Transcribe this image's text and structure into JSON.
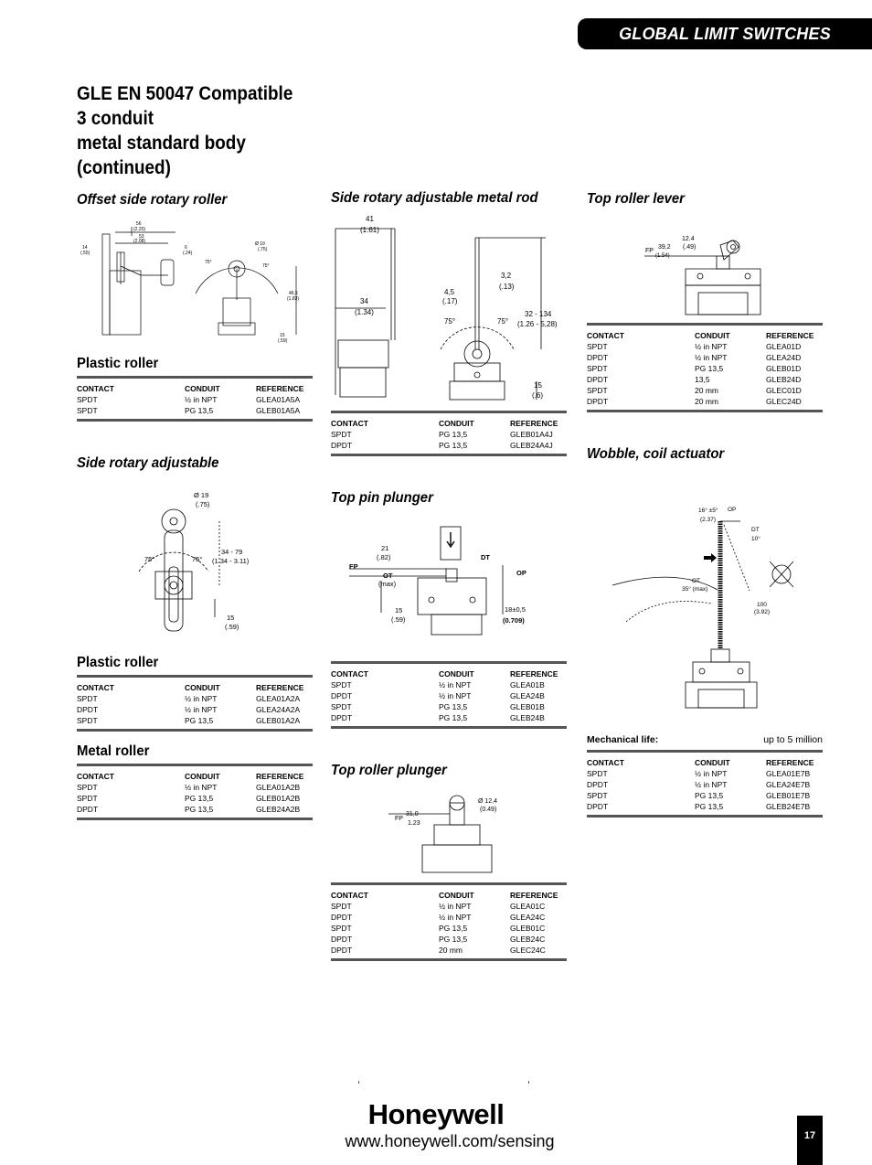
{
  "header": {
    "banner": "GLOBAL LIMIT SWITCHES"
  },
  "title_lines": [
    "GLE EN 50047 Compatible",
    "3 conduit",
    "metal standard body",
    "(continued)"
  ],
  "columns": {
    "contact": "CONTACT",
    "conduit": "CONDUIT",
    "reference": "REFERENCE"
  },
  "sections": {
    "offset_side": {
      "title": "Offset side rotary roller",
      "subtitle": "Plastic roller",
      "rows": [
        [
          "SPDT",
          "½ in NPT",
          "GLEA01A5A"
        ],
        [
          "SPDT",
          "PG 13,5",
          "GLEB01A5A"
        ]
      ],
      "dims": {
        "w1": "56",
        "w1b": "(2.20)",
        "w2": "53",
        "w2b": "(2.08)",
        "w3": "14",
        "w3b": "(.55)",
        "w4": "6",
        "w4b": "(.24)",
        "w5": "Ø 19",
        "w5b": "(.75)",
        "a1": "75°",
        "a2": "75°",
        "h1": "46,5",
        "h1b": "(1.83)",
        "h2": "15",
        "h2b": "(.59)"
      }
    },
    "side_adjustable": {
      "title": "Side rotary adjustable",
      "sub1": "Plastic roller",
      "rows1": [
        [
          "SPDT",
          "½ in NPT",
          "GLEA01A2A"
        ],
        [
          "DPDT",
          "½ in NPT",
          "GLEA24A2A"
        ],
        [
          "SPDT",
          "PG 13,5",
          "GLEB01A2A"
        ]
      ],
      "sub2": "Metal roller",
      "rows2": [
        [
          "SPDT",
          "½ in NPT",
          "GLEA01A2B"
        ],
        [
          "SPDT",
          "PG 13,5",
          "GLEB01A2B"
        ],
        [
          "DPDT",
          "PG 13,5",
          "GLEB24A2B"
        ]
      ],
      "dims": {
        "d1": "Ø 19",
        "d1b": "(.75)",
        "a1": "75°",
        "a2": "75°",
        "r1": "34 - 79",
        "r1b": "(1.34 - 3.11)",
        "h1": "15",
        "h1b": "(.59)"
      }
    },
    "metal_rod": {
      "title": "Side rotary adjustable metal rod",
      "rows": [
        [
          "SPDT",
          "PG 13,5",
          "GLEB01A4J"
        ],
        [
          "DPDT",
          "PG 13,5",
          "GLEB24A4J"
        ]
      ],
      "dims": {
        "t1": "41",
        "t1b": "(1.61)",
        "t2": "34",
        "t2b": "(1.34)",
        "t3": "4,5",
        "t3b": "(.17)",
        "t4": "3,2",
        "t4b": "(.13)",
        "t5": "32 - 134",
        "t5b": "(1.26 - 5,28)",
        "a1": "75°",
        "a2": "75°",
        "t6": "15",
        "t6b": "(.6)"
      }
    },
    "top_pin": {
      "title": "Top pin plunger",
      "rows": [
        [
          "SPDT",
          "½ in NPT",
          "GLEA01B"
        ],
        [
          "DPDT",
          "½ in NPT",
          "GLEA24B"
        ],
        [
          "SPDT",
          "PG 13,5",
          "GLEB01B"
        ],
        [
          "DPDT",
          "PG 13,5",
          "GLEB24B"
        ]
      ],
      "dims": {
        "t1": "21",
        "t1b": "(.82)",
        "fp": "FP",
        "ot": "OT",
        "otb": "(max)",
        "dt": "DT",
        "op": "OP",
        "t2": "15",
        "t2b": "(.59)",
        "t3": "18±0,5",
        "t3b": "(0.709)"
      }
    },
    "top_roller_plunger": {
      "title": "Top roller plunger",
      "rows": [
        [
          "SPDT",
          "½ in NPT",
          "GLEA01C"
        ],
        [
          "DPDT",
          "½ in NPT",
          "GLEA24C"
        ],
        [
          "SPDT",
          "PG 13,5",
          "GLEB01C"
        ],
        [
          "DPDT",
          "PG 13,5",
          "GLEB24C"
        ],
        [
          "DPDT",
          "20 mm",
          "GLEC24C"
        ]
      ],
      "dims": {
        "fp": "FP",
        "t1": "31,0",
        "t1b": "1.23",
        "t2": "Ø 12,4",
        "t2b": "(0.49)"
      }
    },
    "top_roller_lever": {
      "title": "Top roller lever",
      "rows": [
        [
          "SPDT",
          "½ in NPT",
          "GLEA01D"
        ],
        [
          "DPDT",
          "½ in NPT",
          "GLEA24D"
        ],
        [
          "SPDT",
          "PG 13,5",
          "GLEB01D"
        ],
        [
          "DPDT",
          "13,5",
          "GLEB24D"
        ],
        [
          "SPDT",
          "20 mm",
          "GLEC01D"
        ],
        [
          "DPDT",
          "20 mm",
          "GLEC24D"
        ]
      ],
      "dims": {
        "fp": "FP",
        "t1": "39,2",
        "t1b": "(1.54)",
        "t2": "12.4",
        "t2b": "(.49)"
      }
    },
    "wobble": {
      "title": "Wobble, coil actuator",
      "mech_label": "Mechanical life:",
      "mech_value": "up to 5 million",
      "rows": [
        [
          "SPDT",
          "½ in NPT",
          "GLEA01E7B"
        ],
        [
          "DPDT",
          "½ in NPT",
          "GLEA24E7B"
        ],
        [
          "SPDT",
          "PG 13,5",
          "GLEB01E7B"
        ],
        [
          "DPDT",
          "PG 13,5",
          "GLEB24E7B"
        ]
      ],
      "dims": {
        "t1": "16° ±5°",
        "t1b": "(2.37)",
        "op": "OP",
        "dt": "DT",
        "dtb": "10°",
        "ot": "OT",
        "otb": "35° (max)",
        "t2": "100",
        "t2b": "(3.92)"
      }
    }
  },
  "footer": {
    "brand": "Honeywell",
    "url": "www.honeywell.com/sensing",
    "page": "17"
  }
}
